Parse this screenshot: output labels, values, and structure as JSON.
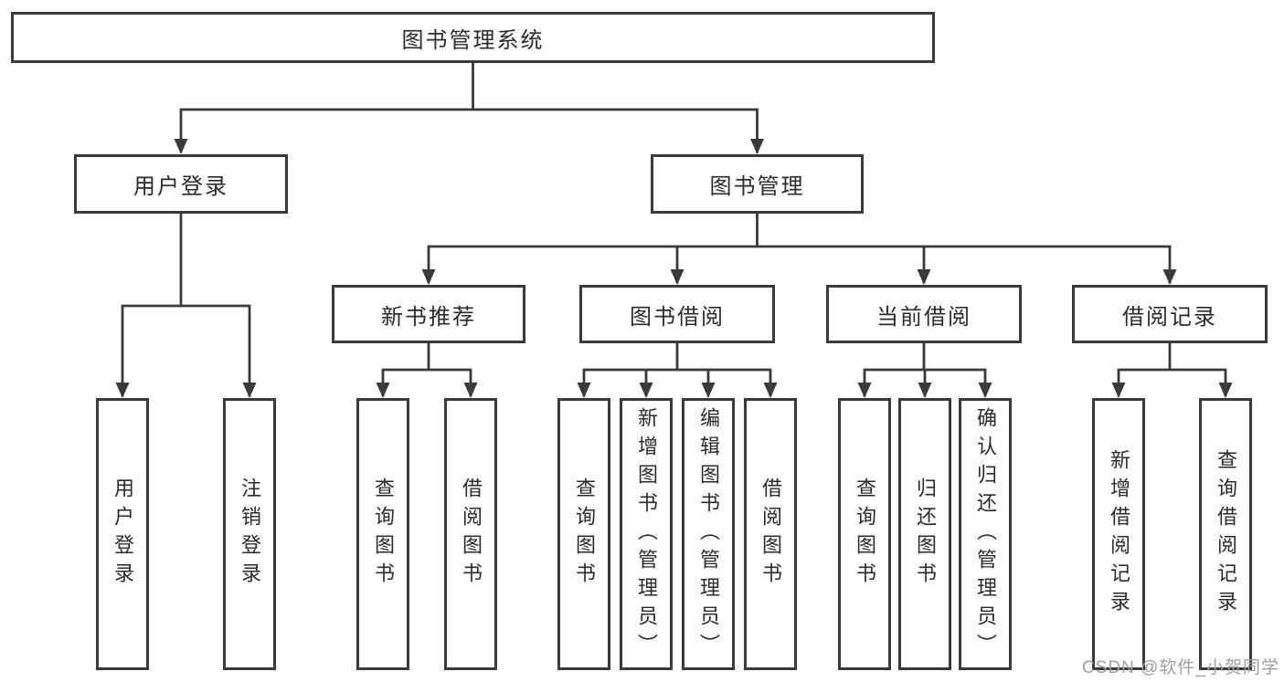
{
  "diagram": {
    "type": "hierarchy",
    "root": {
      "label": "图书管理系统"
    },
    "level2": [
      {
        "label": "用户登录"
      },
      {
        "label": "图书管理"
      }
    ],
    "level3": [
      {
        "label": "新书推荐"
      },
      {
        "label": "图书借阅"
      },
      {
        "label": "当前借阅"
      },
      {
        "label": "借阅记录"
      }
    ],
    "leaves": {
      "user_login": [
        {
          "label": "用户登录"
        },
        {
          "label": "注销登录"
        }
      ],
      "new_book_recommend": [
        {
          "label": "查询图书"
        },
        {
          "label": "借阅图书"
        }
      ],
      "book_borrow": [
        {
          "label": "查询图书"
        },
        {
          "label": "新增图书（管理员）"
        },
        {
          "label": "编辑图书（管理员）"
        },
        {
          "label": "借阅图书"
        }
      ],
      "current_borrow": [
        {
          "label": "查询图书"
        },
        {
          "label": "归还图书"
        },
        {
          "label": "确认归还（管理员）"
        }
      ],
      "borrow_records": [
        {
          "label": "新增借阅记录"
        },
        {
          "label": "查询借阅记录"
        }
      ]
    },
    "watermark": "CSDN @软件_小贺同学",
    "colors": {
      "line": "#3a3a3a",
      "text": "#2b2b2b",
      "watermark": "#9da0a5",
      "background": "#ffffff"
    }
  }
}
